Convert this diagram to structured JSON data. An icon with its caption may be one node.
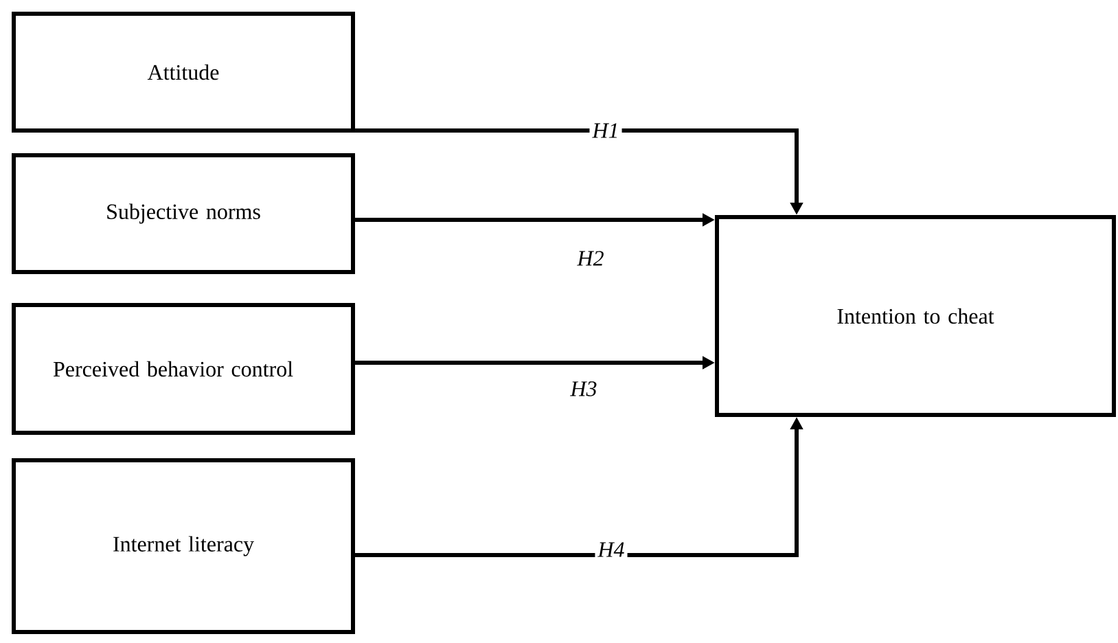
{
  "diagram": {
    "nodes": [
      {
        "text": [
          "Attitude"
        ]
      },
      {
        "text": [
          "Subjective norms"
        ]
      },
      {
        "text": [
          "Perceived behavior control"
        ]
      },
      {
        "text": [
          "Internet literacy"
        ]
      },
      {
        "text": [
          "Intention to cheat"
        ]
      }
    ],
    "edges": [
      {
        "from": 0,
        "to": 4,
        "arrow": "to",
        "label": "H1"
      },
      {
        "from": 1,
        "to": 4,
        "arrow": "to",
        "label": "H2"
      },
      {
        "from": 2,
        "to": 4,
        "arrow": "to",
        "label": "H3"
      },
      {
        "from": 3,
        "to": 4,
        "arrow": "to",
        "label": "H4"
      }
    ]
  }
}
